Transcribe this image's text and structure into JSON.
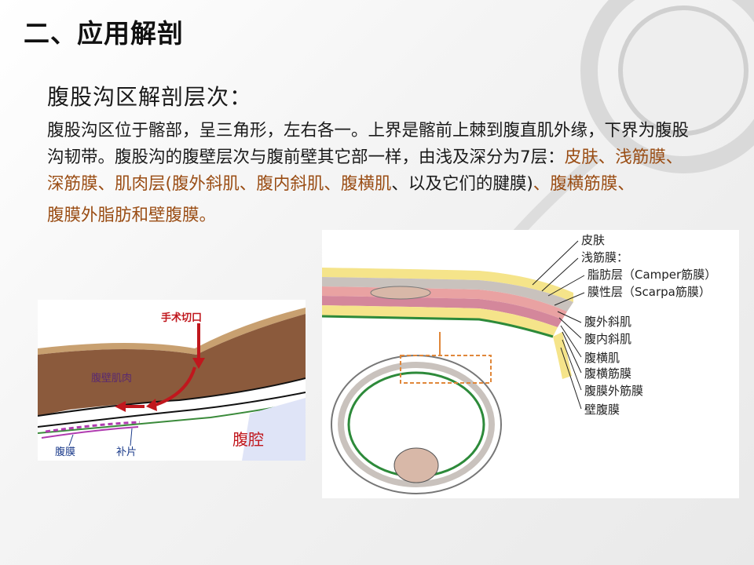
{
  "slide": {
    "title": "二、应用解剖",
    "subtitle": "腹股沟区解剖层次：",
    "paragraph": {
      "part1": "腹股沟区位于髂部，呈三角形，左右各一。上界是髂前上棘到腹直肌外缘，下界为腹股沟韧带。腹股沟的腹壁层次与腹前壁其它部一样，由浅及深分为7层：",
      "part2": "皮肤、浅筋膜、深筋膜、肌肉层(腹外斜肌、腹内斜肌、腹横肌",
      "part3": "、以及它们的腱膜)",
      "part4": "、腹横筋膜、",
      "part5": "腹膜外脂肪和壁腹膜。"
    }
  },
  "left_figure": {
    "labels": {
      "incision": "手术切口",
      "muscle": "腹壁肌肉",
      "cavity": "腹腔",
      "peritoneum": "腹膜",
      "patch": "补片"
    }
  },
  "right_figure": {
    "labels": {
      "skin": "皮肤",
      "superficial_fascia": "浅筋膜：",
      "fat_layer": "脂肪层（Camper筋膜）",
      "membranous_layer": "膜性层（Scarpa筋膜）",
      "external_oblique": "腹外斜肌",
      "internal_oblique": "腹内斜肌",
      "transversus": "腹横肌",
      "transversalis_fascia": "腹横筋膜",
      "extraperitoneal": "腹膜外筋膜",
      "parietal_peritoneum": "壁腹膜"
    }
  }
}
